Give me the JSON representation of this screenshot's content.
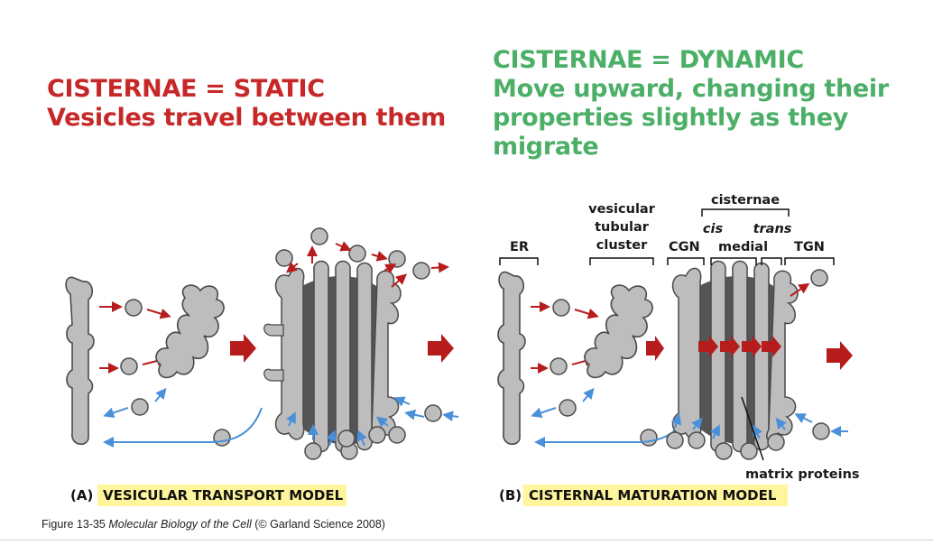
{
  "left_heading": {
    "line1": "CISTERNAE = STATIC",
    "line2": "Vesicles travel between them",
    "color": "#c62828"
  },
  "right_heading": {
    "line1": "CISTERNAE = DYNAMIC",
    "line2": "Move upward, changing their",
    "line3": "properties slightly as they",
    "line4": "migrate",
    "color": "#4caf67"
  },
  "panel_a": {
    "letter": "(A)",
    "title": "VESICULAR TRANSPORT MODEL"
  },
  "panel_b": {
    "letter": "(B)",
    "title": "CISTERNAL MATURATION MODEL",
    "labels": {
      "er": "ER",
      "vtc_line1": "vesicular",
      "vtc_line2": "tubular",
      "vtc_line3": "cluster",
      "cisternae": "cisternae",
      "cis": "cis",
      "trans": "trans",
      "cgn": "CGN",
      "medial": "medial",
      "tgn": "TGN",
      "matrix": "matrix proteins"
    }
  },
  "caption": {
    "prefix": "Figure 13-35",
    "book": "Molecular Biology of the Cell",
    "suffix": "(© Garland Science 2008)"
  },
  "colors": {
    "membrane": "#bdbdbd",
    "membrane_stroke": "#4a4a4a",
    "stack_core": "#555555",
    "red_arrow": "#b71c1c",
    "blue_arrow": "#4a90d9",
    "highlight": "#fff59d"
  }
}
